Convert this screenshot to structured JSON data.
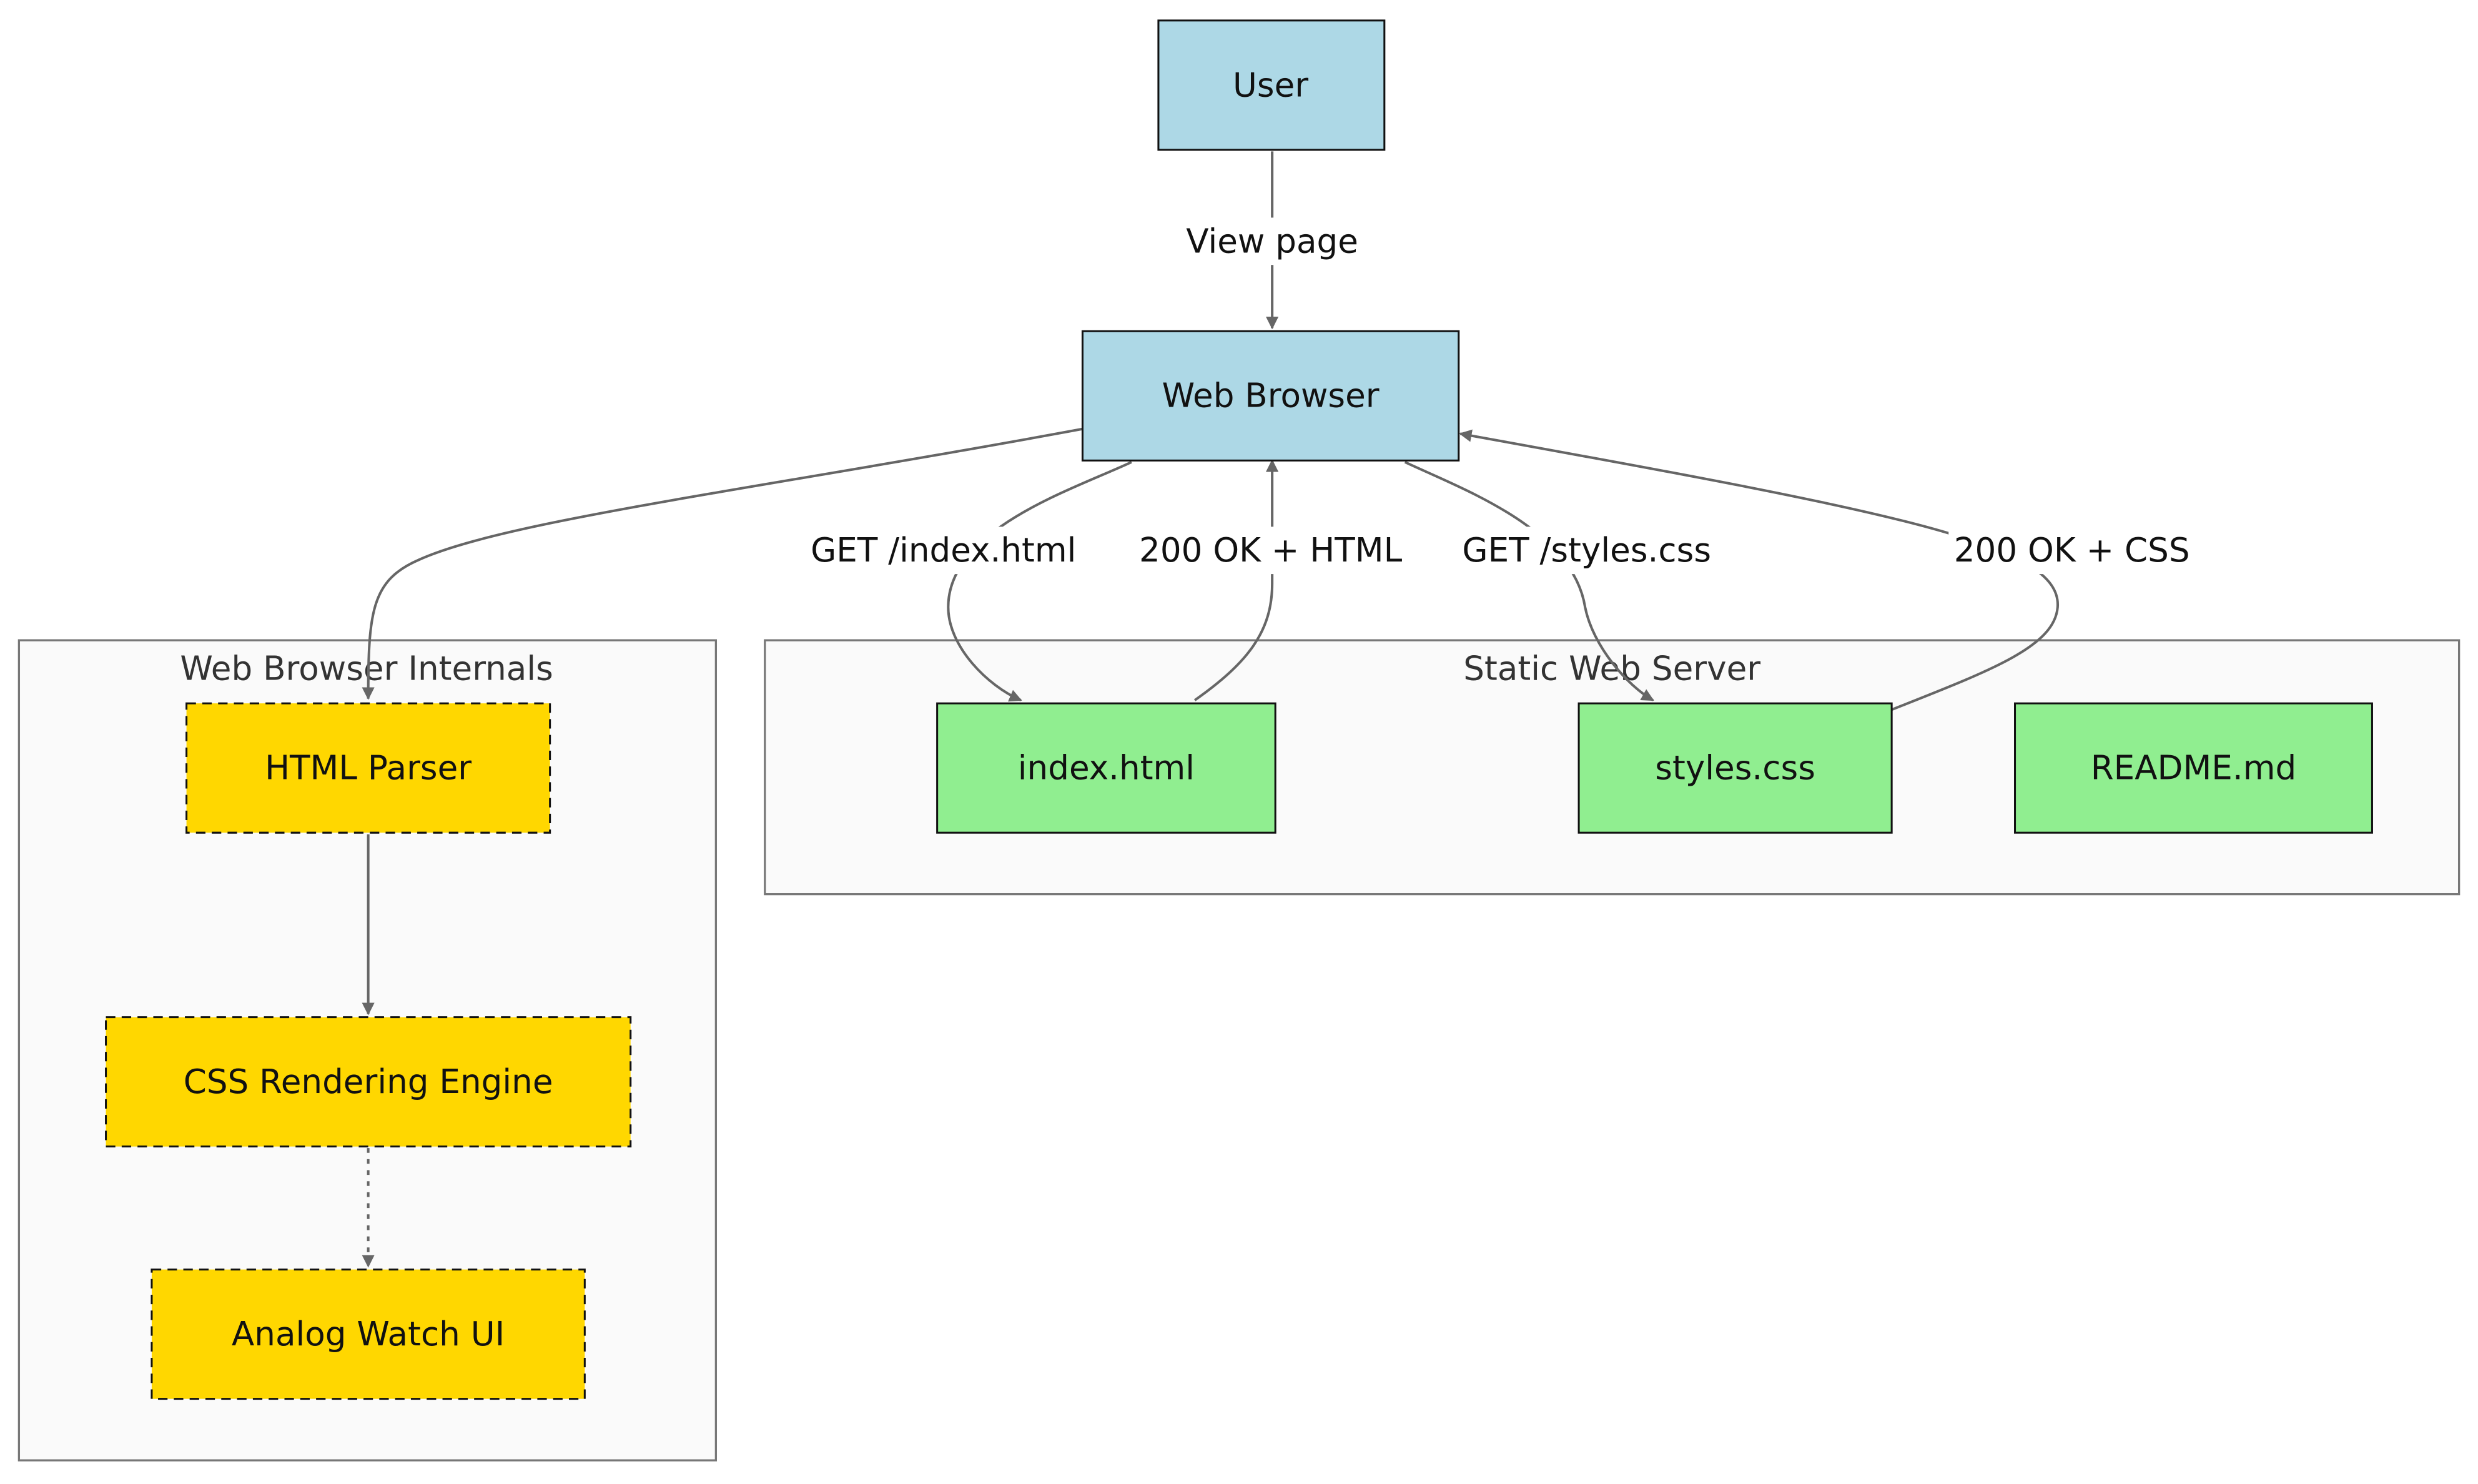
{
  "clusters": {
    "internals": {
      "label": "Web Browser Internals"
    },
    "server": {
      "label": "Static Web Server"
    }
  },
  "nodes": {
    "user": {
      "label": "User",
      "fill": "#add8e6"
    },
    "browser": {
      "label": "Web Browser",
      "fill": "#add8e6"
    },
    "html_parser": {
      "label": "HTML Parser",
      "fill": "#ffd700"
    },
    "css_engine": {
      "label": "CSS Rendering Engine",
      "fill": "#ffd700"
    },
    "watch_ui": {
      "label": "Analog Watch UI",
      "fill": "#ffd700"
    },
    "index_html": {
      "label": "index.html",
      "fill": "#90ee90"
    },
    "styles_css": {
      "label": "styles.css",
      "fill": "#90ee90"
    },
    "readme": {
      "label": "README.md",
      "fill": "#90ee90"
    }
  },
  "edges": {
    "view_page": {
      "label": "View page"
    },
    "get_index": {
      "label": "GET /index.html"
    },
    "ok_html": {
      "label": "200 OK + HTML"
    },
    "get_styles": {
      "label": "GET /styles.css"
    },
    "ok_css": {
      "label": "200 OK + CSS"
    }
  },
  "colors": {
    "client": "#add8e6",
    "internal": "#ffd700",
    "server_file": "#90ee90",
    "edge": "#666666"
  }
}
